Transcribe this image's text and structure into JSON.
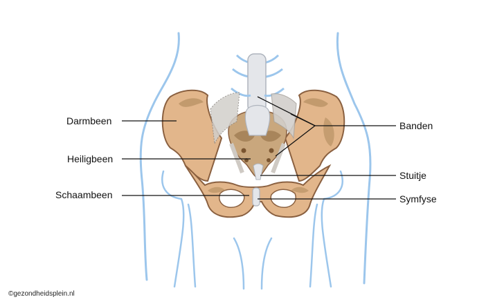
{
  "labels": {
    "darmbeen": "Darmbeen",
    "heiligbeen": "Heiligbeen",
    "schaambeen": "Schaambeen",
    "banden": "Banden",
    "stuitje": "Stuitje",
    "symfyse": "Symfyse"
  },
  "credit": "©gezondheidsplein.nl",
  "colors": {
    "bone": "#e2b68b",
    "bone_outline": "#8a6040",
    "bone_shadow": "#a88356",
    "body_outline": "#9cc6ec",
    "spine": "#e4e6ea",
    "spine_outline": "#aeb4bd",
    "ligament": "#d2cfcb",
    "leader_line": "#111111"
  }
}
